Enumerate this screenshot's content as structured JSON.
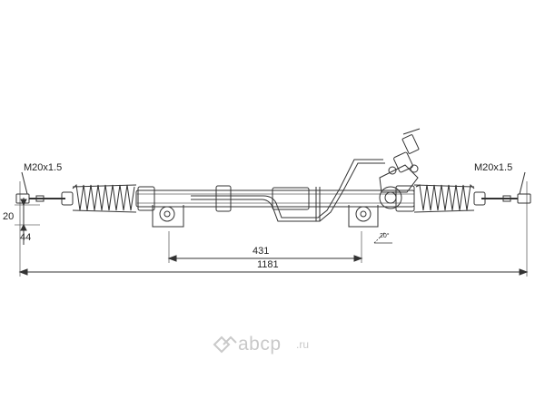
{
  "drawing": {
    "thread_left": "M20x1.5",
    "thread_right": "M20x1.5",
    "dim_offset": "20",
    "dim_tie_rod_end": "44",
    "dim_mount_spacing": "431",
    "dim_total_length": "1181",
    "dim_angle": "20°"
  },
  "watermark": {
    "text": "abcp",
    "tld": ".ru",
    "colors": {
      "logo": "#c9c9c9",
      "line": "#444444"
    }
  }
}
